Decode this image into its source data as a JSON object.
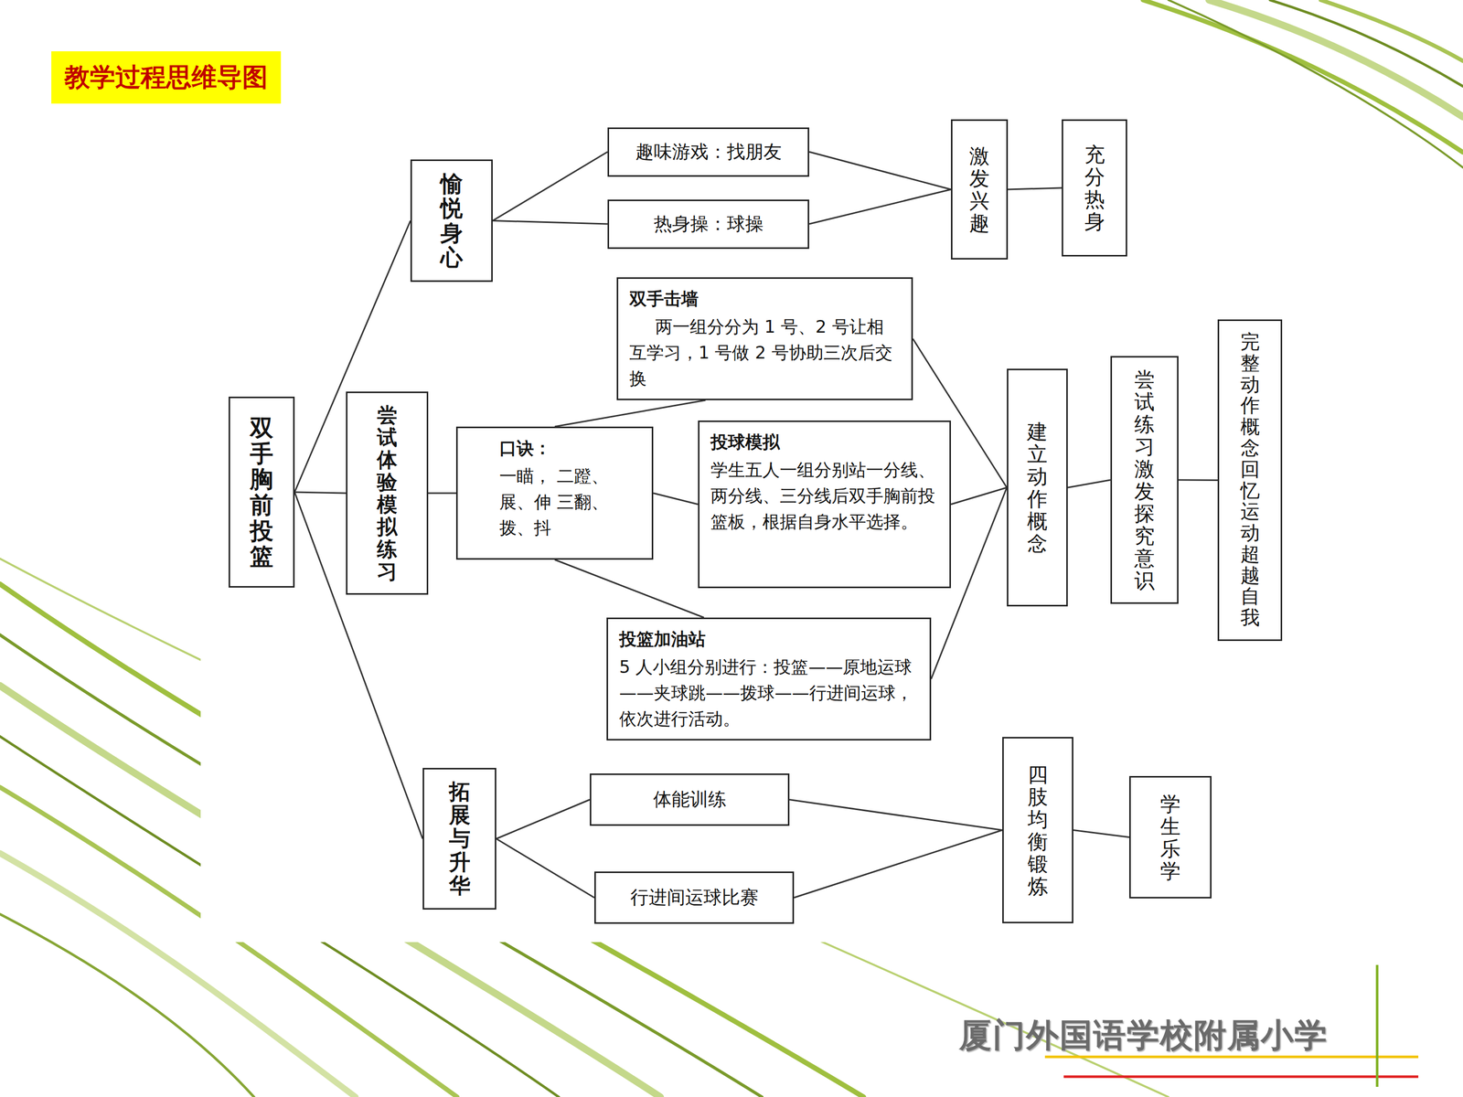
{
  "diagram": {
    "title": "教学过程思维导图",
    "nodes": [
      {
        "text": [
          "双手胸前投篮"
        ]
      },
      {
        "text": [
          "愉悦身心"
        ]
      },
      {
        "text": [
          "趣味游戏：找朋友"
        ]
      },
      {
        "text": [
          "热身操：球操"
        ]
      },
      {
        "text": [
          "激发兴趣"
        ]
      },
      {
        "text": [
          "充分热身"
        ]
      },
      {
        "text": [
          "尝试体验模拟练习"
        ]
      },
      {
        "text": [
          "双手击墙",
          "两一组分分为 1 号、2 号让相互学习，1 号做 2 号协助三次后交换"
        ]
      },
      {
        "text": [
          "口诀：",
          "一瞄， 二蹬、展、伸 三翻、拨、抖"
        ]
      },
      {
        "text": [
          "投球模拟",
          "学生五人一组分别站一分线、两分线、三分线后双手胸前投篮板，根据自身水平选择。"
        ]
      },
      {
        "text": [
          "投篮加油站",
          "5 人小组分别进行：投篮——原地运球——夹球跳——拨球——行进间运球，依次进行活动。"
        ]
      },
      {
        "text": [
          "建立动作概念"
        ]
      },
      {
        "text": [
          "尝试练习激发探究意识"
        ]
      },
      {
        "text": [
          "完整动作概念回忆运动超越自我"
        ]
      },
      {
        "text": [
          "拓展与升华"
        ]
      },
      {
        "text": [
          "体能训练"
        ]
      },
      {
        "text": [
          "行进间运球比赛"
        ]
      },
      {
        "text": [
          "四肢均衡锻炼"
        ]
      },
      {
        "text": [
          "学生乐学"
        ]
      }
    ],
    "edges": [
      {
        "from": 0,
        "to": 1,
        "arrow": "none"
      },
      {
        "from": 0,
        "to": 6,
        "arrow": "none"
      },
      {
        "from": 0,
        "to": 14,
        "arrow": "none"
      },
      {
        "from": 1,
        "to": 2,
        "arrow": "none"
      },
      {
        "from": 1,
        "to": 3,
        "arrow": "none"
      },
      {
        "from": 2,
        "to": 4,
        "arrow": "none"
      },
      {
        "from": 3,
        "to": 4,
        "arrow": "none"
      },
      {
        "from": 4,
        "to": 5,
        "arrow": "none"
      },
      {
        "from": 6,
        "to": 8,
        "arrow": "none"
      },
      {
        "from": 8,
        "to": 7,
        "arrow": "none"
      },
      {
        "from": 8,
        "to": 9,
        "arrow": "none"
      },
      {
        "from": 8,
        "to": 10,
        "arrow": "none"
      },
      {
        "from": 7,
        "to": 11,
        "arrow": "none"
      },
      {
        "from": 9,
        "to": 11,
        "arrow": "none"
      },
      {
        "from": 10,
        "to": 11,
        "arrow": "none"
      },
      {
        "from": 11,
        "to": 12,
        "arrow": "none"
      },
      {
        "from": 12,
        "to": 13,
        "arrow": "none"
      },
      {
        "from": 14,
        "to": 15,
        "arrow": "none"
      },
      {
        "from": 14,
        "to": 16,
        "arrow": "none"
      },
      {
        "from": 15,
        "to": 17,
        "arrow": "none"
      },
      {
        "from": 16,
        "to": 17,
        "arrow": "none"
      },
      {
        "from": 17,
        "to": 18,
        "arrow": "none"
      }
    ],
    "labels": [
      "厦门外国语学校附属小学"
    ]
  }
}
